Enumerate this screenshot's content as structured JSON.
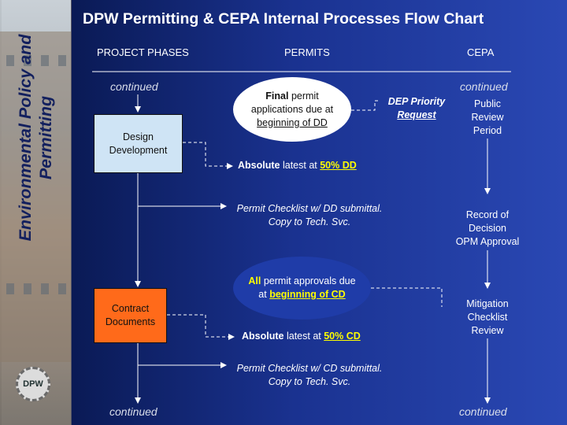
{
  "sidebar": {
    "title_line1": "Environmental Policy and",
    "title_line2": "Permitting",
    "logo_text": "DPW"
  },
  "header": {
    "title": "DPW Permitting & CEPA Internal Processes Flow Chart",
    "col_phases": "PROJECT PHASES",
    "col_permits": "PERMITS",
    "col_cepa": "CEPA"
  },
  "phases": {
    "continued_top": "continued",
    "design_line1": "Design",
    "design_line2": "Development",
    "contract_line1": "Contract",
    "contract_line2": "Documents",
    "continued_bottom": "continued"
  },
  "permits": {
    "final_bold": "Final",
    "final_rest": "permit",
    "final_line2": "applications due at",
    "final_line3": "beginning of DD",
    "dep_line1": "DEP Priority",
    "dep_line2": "Request",
    "absolute_dd_bold": "Absolute",
    "absolute_dd_rest": "latest at",
    "absolute_dd_pct": "50% DD",
    "checklist_dd_line1": "Permit Checklist w/ DD submittal.",
    "checklist_dd_line2": "Copy to Tech. Svc.",
    "all_bold": "All",
    "all_rest": "permit approvals due",
    "all_line2a": "at",
    "all_line2b": "beginning of CD",
    "absolute_cd_bold": "Absolute",
    "absolute_cd_rest": "latest at",
    "absolute_cd_pct": "50% CD",
    "checklist_cd_line1": "Permit Checklist w/ CD submittal.",
    "checklist_cd_line2": "Copy to Tech. Svc."
  },
  "cepa": {
    "continued_top": "continued",
    "public_line1": "Public",
    "public_line2": "Review",
    "public_line3": "Period",
    "record_line1": "Record of",
    "record_line2": "Decision",
    "record_line3": "OPM Approval",
    "mitigation_line1": "Mitigation",
    "mitigation_line2": "Checklist",
    "mitigation_line3": "Review",
    "continued_bottom": "continued"
  },
  "colors": {
    "background_dark": "#0a1a55",
    "background_light": "#2a48b4",
    "design_box": "#cfe4f5",
    "contract_box": "#ff6a1a",
    "highlight_text": "#ffff00"
  }
}
